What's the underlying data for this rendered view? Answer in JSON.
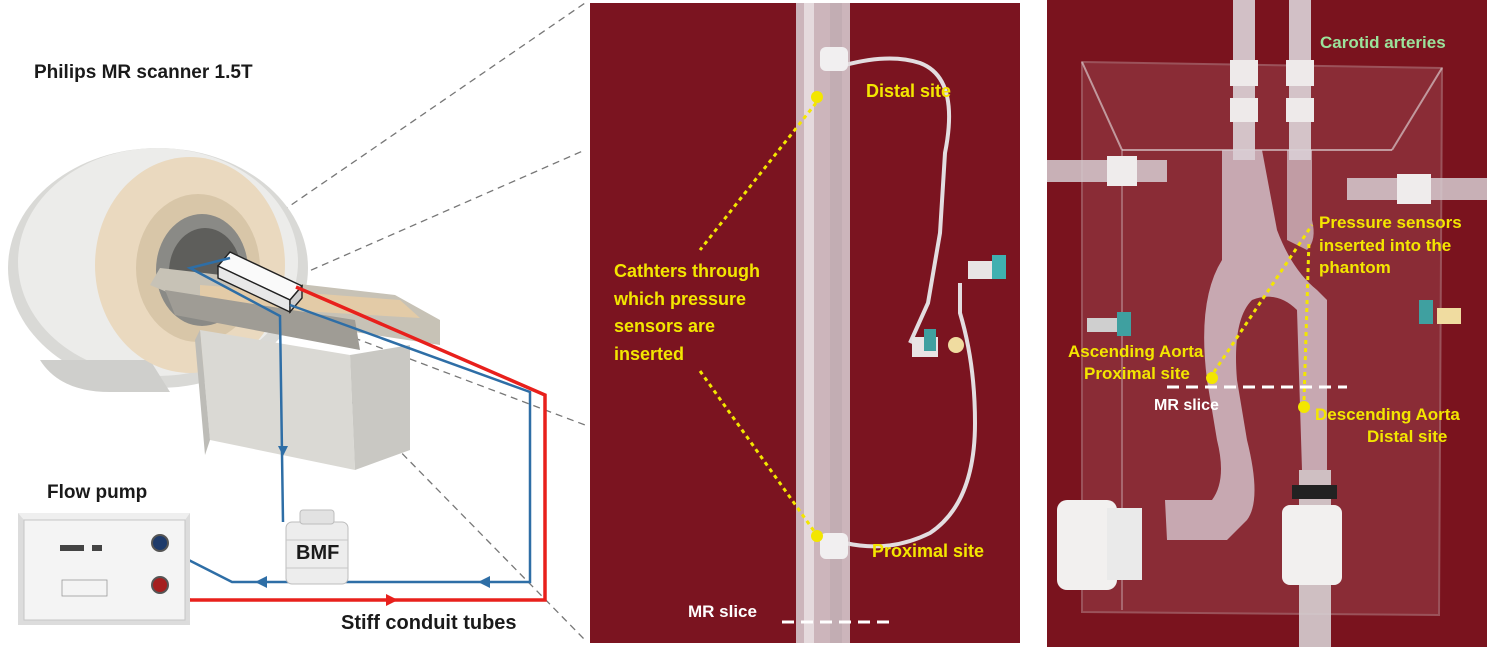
{
  "left": {
    "scanner_title": "Philips MR scanner 1.5T",
    "pump_title": "Flow pump",
    "bmf_label": "BMF",
    "tubes_label": "Stiff conduit tubes"
  },
  "middle": {
    "distal_label": "Distal site",
    "catheter_label_lines": [
      "Cathters through",
      "which pressure",
      "sensors are",
      "inserted"
    ],
    "proximal_label": "Proximal site",
    "mr_slice_label": "MR slice"
  },
  "right": {
    "carotid_label": "Carotid arteries",
    "pressure_lines": [
      "Pressure sensors",
      "inserted into the",
      "phantom"
    ],
    "ascending_lines": [
      "Ascending Aorta",
      "Proximal site"
    ],
    "mr_slice_label": "MR slice",
    "descending_lines": [
      "Descending Aorta",
      "Distal site"
    ]
  },
  "colors": {
    "red_tube": "#e8201c",
    "blue_tube": "#2e6ea6",
    "annotation_yellow": "#f3e600",
    "background_red": "#7b1420"
  }
}
